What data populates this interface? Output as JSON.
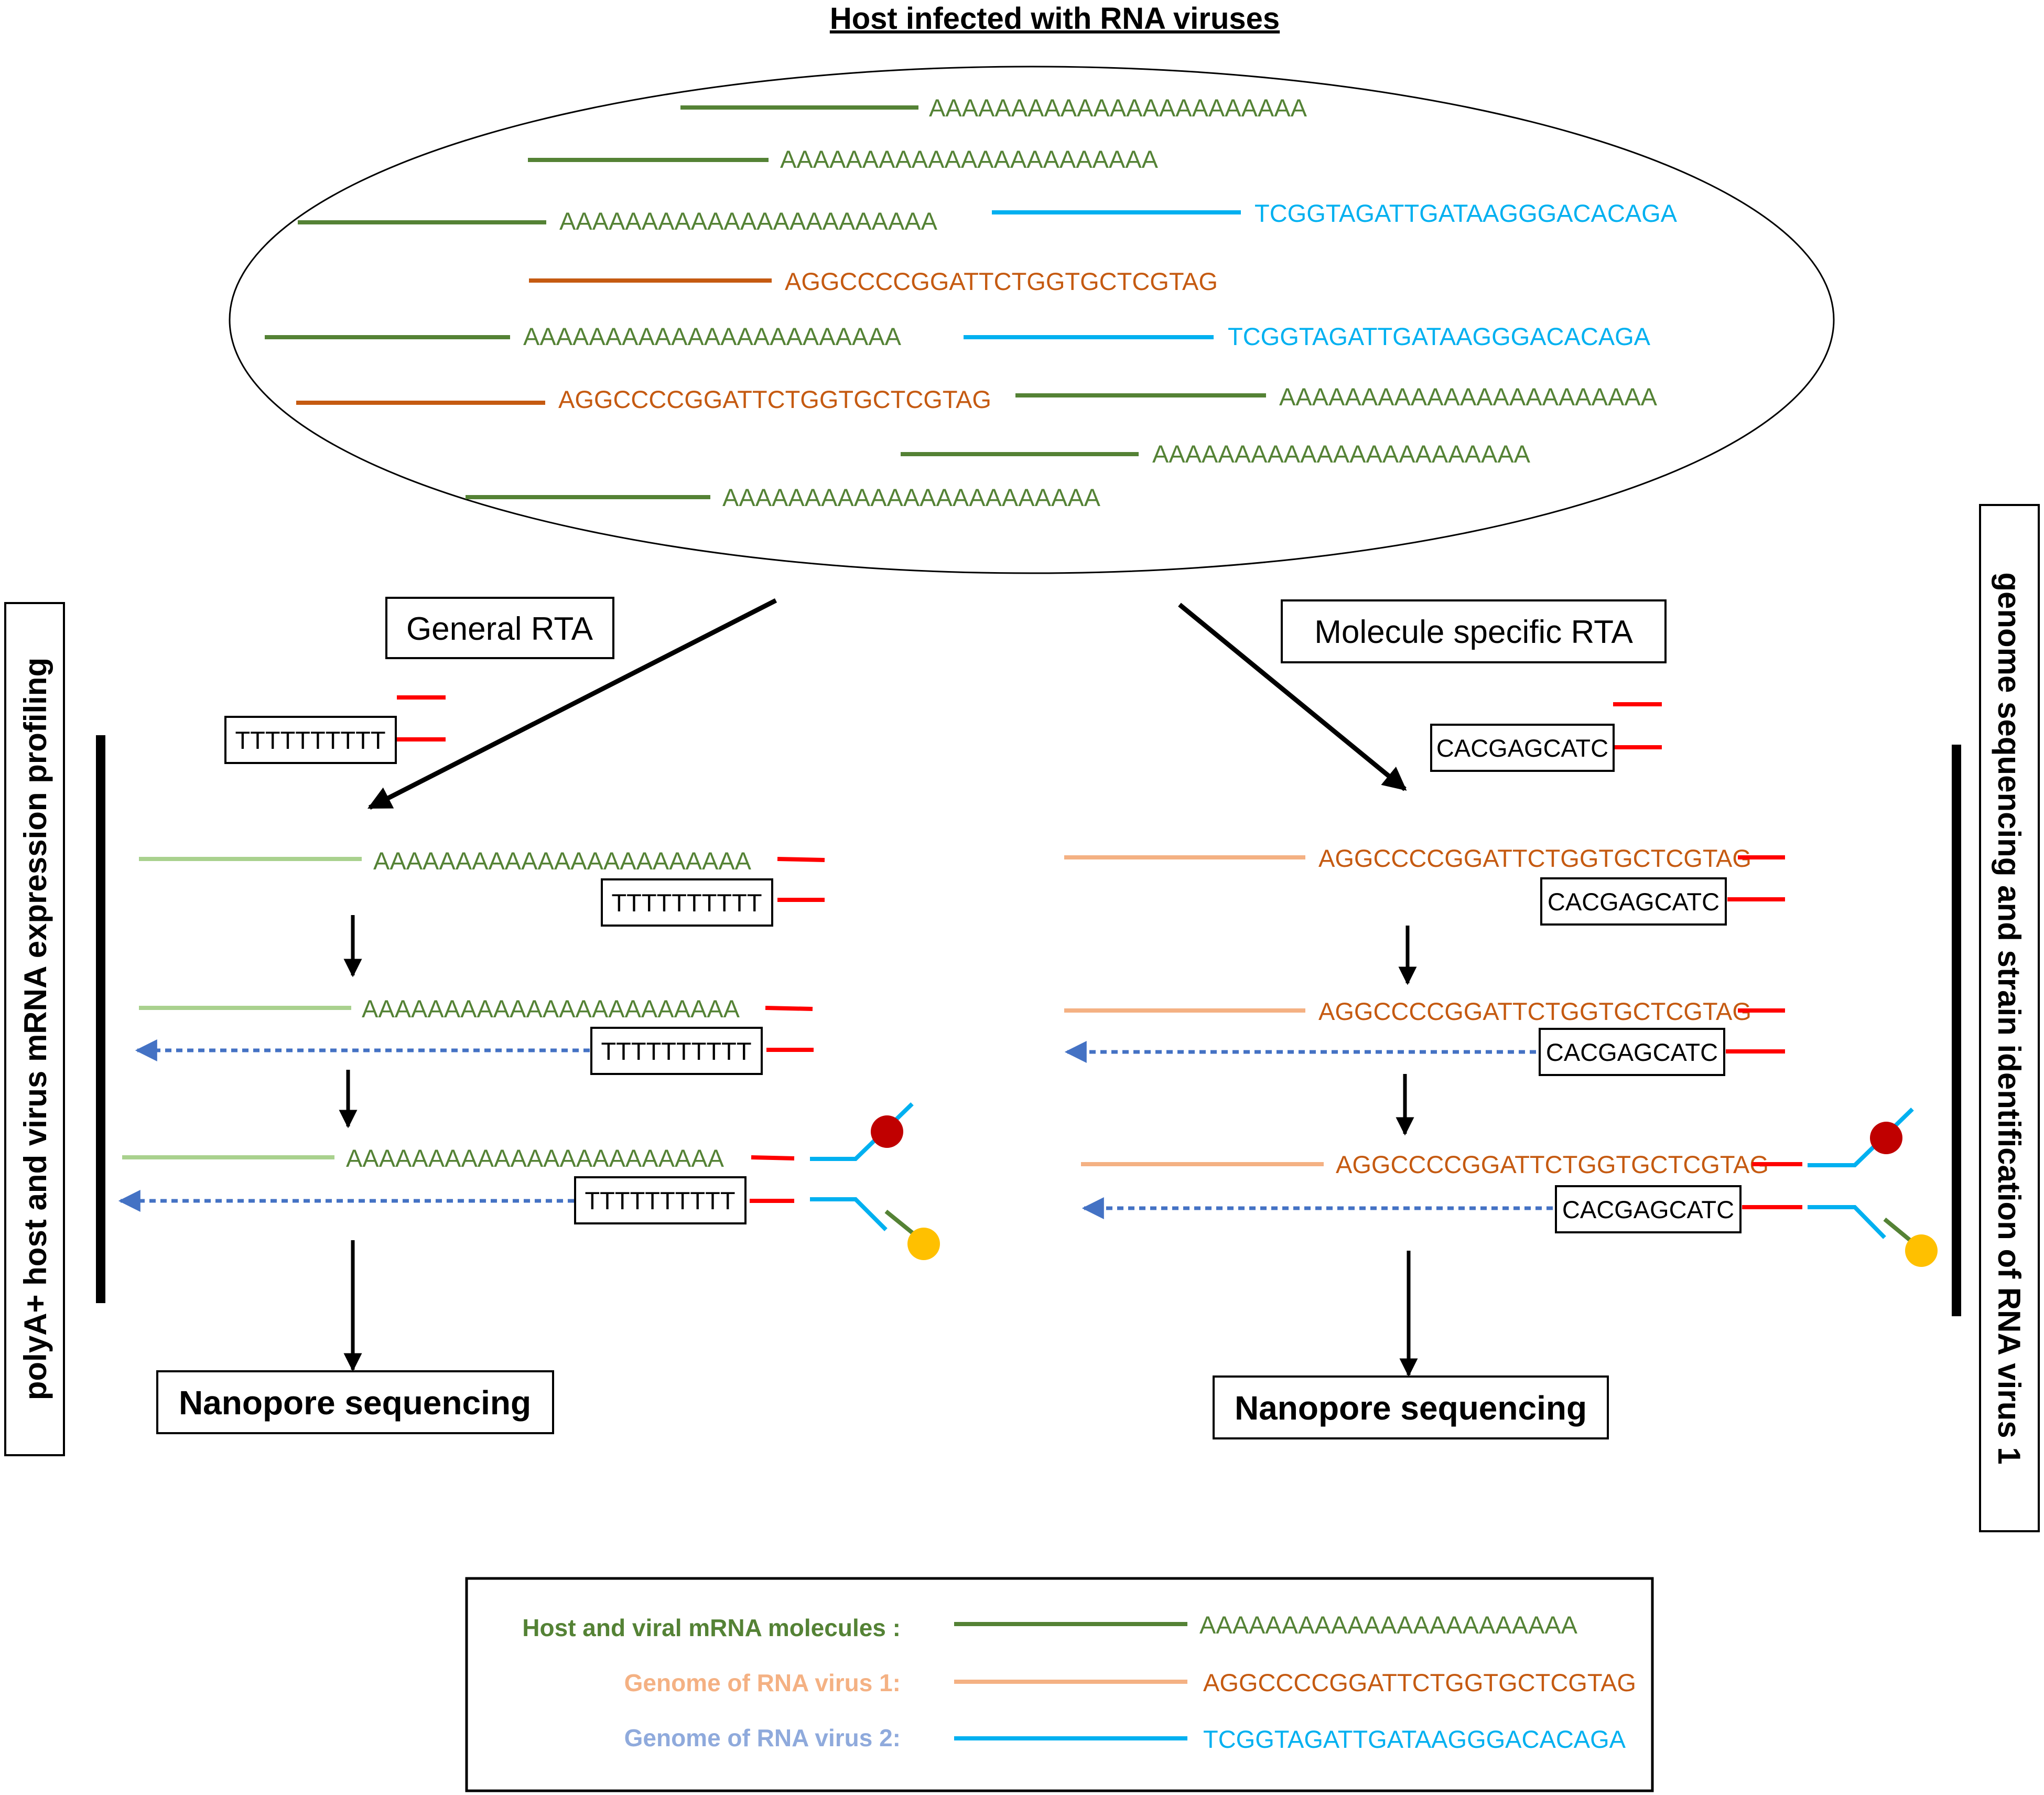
{
  "title": "Host infected with RNA viruses",
  "colors": {
    "host_dark_green": "#548235",
    "host_light_green": "#a9d18e",
    "virus1_dark_orange": "#c55a11",
    "virus1_light_orange": "#f4b183",
    "virus2_blue": "#00b0f0",
    "adapter_red": "#ff0000",
    "cdna_dotted_blue": "#4472c4",
    "legend_virus2_label": "#8faadc",
    "motor_red": "#c00000",
    "motor_yellow": "#ffc000"
  },
  "sequences": {
    "polyA": "AAAAAAAAAAAAAAAAAAAAAAA",
    "virus1_end": "AGGCCCCGGATTCTGGTGCTCGTAG",
    "virus2_end": "TCGGTAGATTGATAAGGGACACAGA",
    "oligo_dT": "TTTTTTTTTT",
    "specific_primer": "CACGAGCATC"
  },
  "branches": {
    "left": {
      "method": "General RTA",
      "side_label": "polyA+ host and virus mRNA expression profiling",
      "result": "Nanopore sequencing"
    },
    "right": {
      "method": "Molecule specific RTA",
      "side_label": "genome sequencing and strain identification of RNA virus 1",
      "result": "Nanopore sequencing"
    }
  },
  "legend": {
    "items": [
      {
        "label": "Host and viral mRNA molecules :",
        "sequence": "AAAAAAAAAAAAAAAAAAAAAAA"
      },
      {
        "label": "Genome of RNA virus 1:",
        "sequence": "AGGCCCCGGATTCTGGTGCTCGTAG"
      },
      {
        "label": "Genome of RNA virus 2:",
        "sequence": "TCGGTAGATTGATAAGGGACACAGA"
      }
    ]
  }
}
